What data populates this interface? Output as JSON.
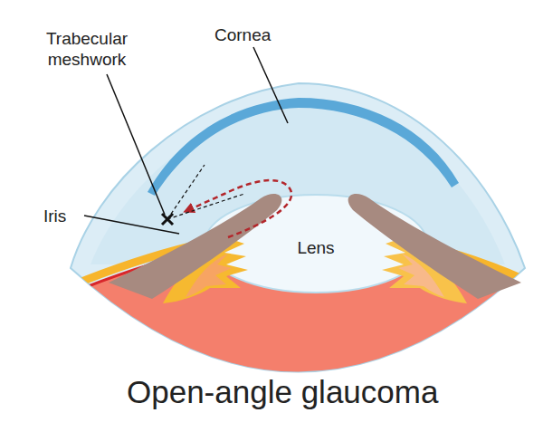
{
  "diagram": {
    "title": "Open-angle glaucoma",
    "nodes": [
      {
        "text": [
          "Lens"
        ]
      }
    ],
    "labels": [
      "Cornea",
      "Trabecular meshwork",
      "Iris"
    ]
  }
}
